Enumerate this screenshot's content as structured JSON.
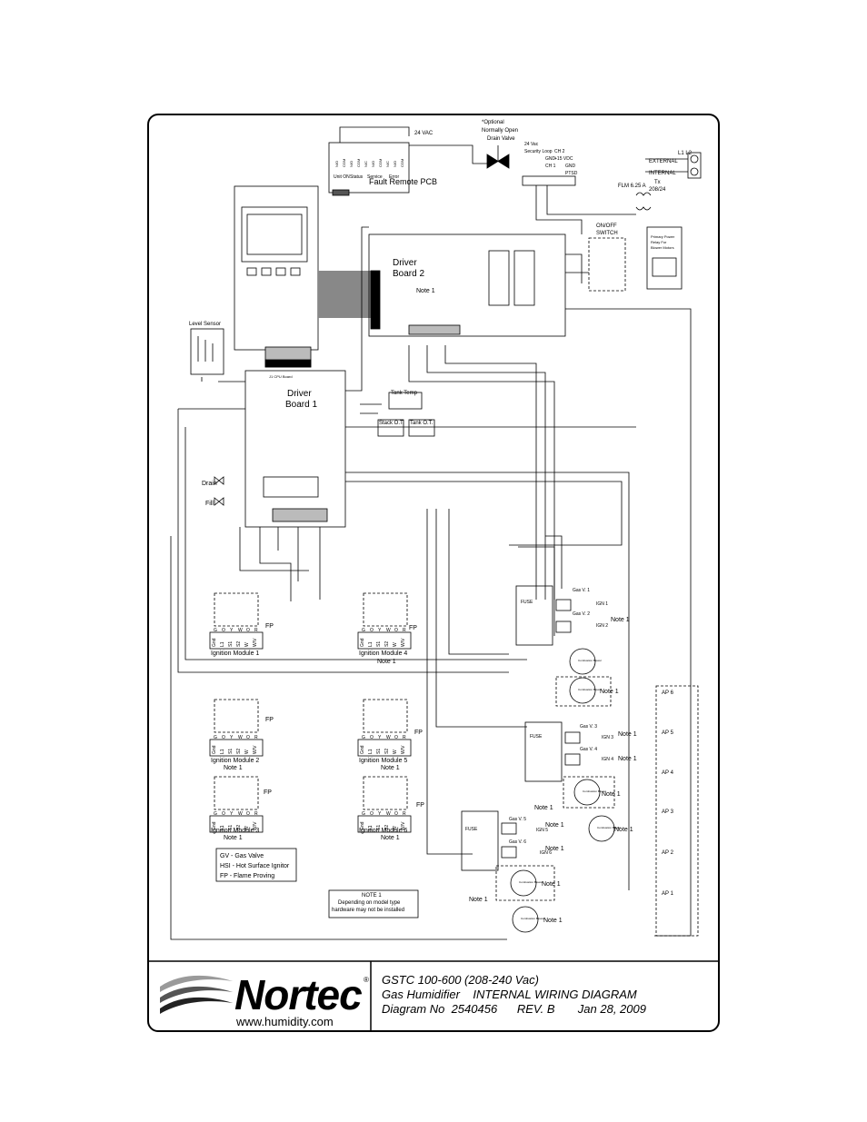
{
  "fault_pcb": {
    "title": "Fault Remote PCB",
    "groups": [
      "Unit ON",
      "Status",
      "Service",
      "Error"
    ],
    "contacts": [
      "N/O",
      "COM",
      "N/O",
      "COM",
      "N/C",
      "N/O",
      "COM",
      "N/C",
      "N/O",
      "COM"
    ]
  },
  "top_labels": {
    "vac": "24 VAC",
    "optional": "*Optional",
    "drain_valve_1": "Normally Open",
    "drain_valve_2": "Drain Valve"
  },
  "terminal_strip": [
    "24 Vac",
    "Security Loop",
    "GND",
    "CH 1",
    "CH 2",
    "+15 VDC",
    "GND",
    "PTSD"
  ],
  "power": {
    "external": "EXTERNAL",
    "internal": "INTERNAL",
    "l1l2": "L1 L2",
    "flm": "FLM 6.25 A",
    "tx": "Tx",
    "tx_rating": "208/24",
    "switch_1": "ON/OFF",
    "switch_2": "SWITCH",
    "relay_1": "Primary Power",
    "relay_2": "Relay For",
    "relay_3": "Blower Motors"
  },
  "boards": {
    "board2_1": "Driver",
    "board2_2": "Board 2",
    "board1_1": "Driver",
    "board1_2": "Board 1",
    "cpu": "J1 CPU Board",
    "note": "Note 1"
  },
  "sensors": {
    "level": "Level Sensor",
    "tank_temp": "Tank Temp",
    "stack_ot": "Stack O.T.",
    "tank_ot": "Tank O.T.",
    "drain": "Drain",
    "fill": "Fill"
  },
  "modules": {
    "m1": "Ignition Module 1",
    "m2": "Ignition Module 2",
    "m3": "Ignition Module 3",
    "m4": "Ignition Module 4",
    "m5": "Ignition Module 5",
    "m6": "Ignition Module 6",
    "fp": "FP",
    "note": "Note 1",
    "pins": [
      "Gnd",
      "L1",
      "S1",
      "S2",
      "W",
      "W/V"
    ],
    "pin_letters": [
      "G",
      "O",
      "Y",
      "W",
      "O",
      "R"
    ]
  },
  "gas_valves": [
    "Gas V. 1",
    "Gas V. 2",
    "Gas V. 3",
    "Gas V. 4",
    "Gas V. 5",
    "Gas V. 6"
  ],
  "ign": [
    "IGN 1",
    "IGN 2",
    "IGN 3",
    "IGN 4",
    "IGN 5",
    "IGN 6"
  ],
  "fuses": [
    "FUSE",
    "FUSE",
    "FUSE"
  ],
  "blower": "Combustion Blower",
  "air_prove": [
    "AP 6",
    "AP 5",
    "AP 4",
    "AP 3",
    "AP 2",
    "AP 1"
  ],
  "legend": {
    "gv": "GV - Gas Valve",
    "hsi": "HSI - Hot Surface Ignitor",
    "fp": "FP - Flame Proving"
  },
  "note_box": {
    "title": "NOTE 1",
    "line1": "Depending on model type",
    "line2": "hardware may not be installed"
  },
  "title_block": {
    "logo": "Nortec",
    "url": "www.humidity.com",
    "reg": "®",
    "line1": "GSTC 100-600 (208-240 Vac)",
    "line2": "Gas Humidifier    INTERNAL WIRING DIAGRAM",
    "line3": "Diagram No  2540456      REV. B       Jan 28, 2009"
  }
}
